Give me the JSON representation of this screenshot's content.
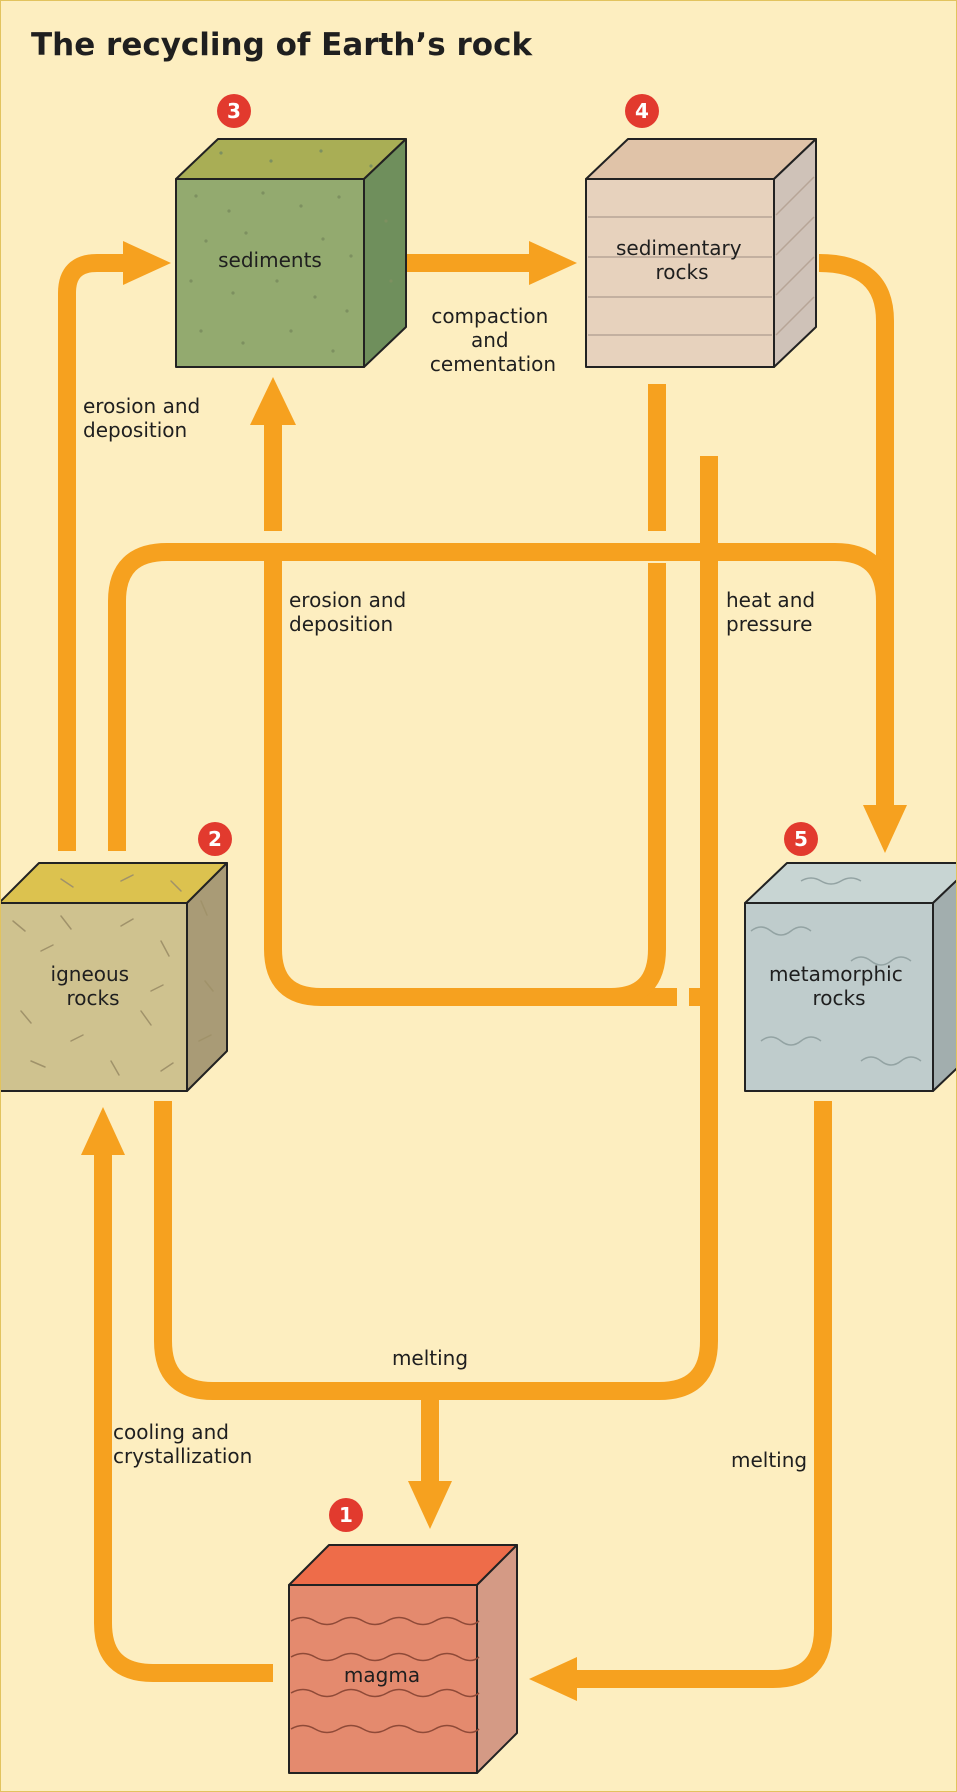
{
  "title": "The recycling of Earth’s rock",
  "nodes": {
    "magma": {
      "number": "1",
      "lines": [
        "magma"
      ]
    },
    "igneous": {
      "number": "2",
      "lines": [
        "igneous",
        "rocks"
      ]
    },
    "sediments": {
      "number": "3",
      "lines": [
        "sediments"
      ]
    },
    "sedimentary": {
      "number": "4",
      "lines": [
        "sedimentary",
        "rocks"
      ]
    },
    "metamorphic": {
      "number": "5",
      "lines": [
        "metamorphic",
        "rocks"
      ]
    }
  },
  "processes": {
    "erosion_left": [
      "erosion and",
      "deposition"
    ],
    "erosion_center": [
      "erosion and",
      "deposition"
    ],
    "compaction": [
      "compaction",
      "and",
      "cementation"
    ],
    "heat_pressure": [
      "heat and",
      "pressure"
    ],
    "melting_center": [
      "melting"
    ],
    "melting_right": [
      "melting"
    ],
    "cooling": [
      "cooling and",
      "crystallization"
    ]
  },
  "colors": {
    "background": "#fdeec0",
    "arrow": "#f6a11f",
    "badge": "#e23a2e",
    "magma": "#e48a6e",
    "igneous": "#cfc28f",
    "sediments": "#93aa6f",
    "sedimentary": "#e7d2bd",
    "metamorphic": "#bfcccc"
  }
}
